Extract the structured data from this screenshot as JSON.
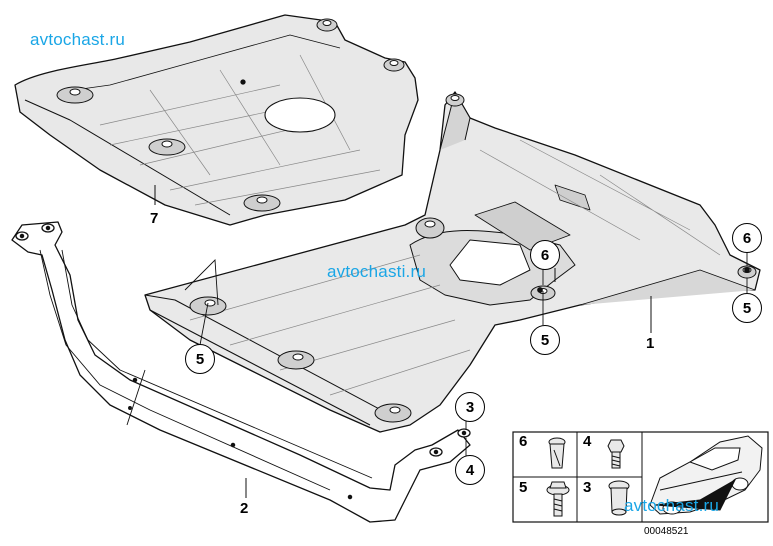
{
  "watermark": {
    "text_top_left": "avtochast.ru",
    "text_center": "avtochasti.ru",
    "text_bottom_right": "avtochast.ru",
    "color": "#1aa6e6"
  },
  "callouts": {
    "part_7": "7",
    "part_1": "1",
    "part_2": "2",
    "part_5_left": "5",
    "part_5_mid": "5",
    "part_5_right": "5",
    "part_6_mid": "6",
    "part_6_right": "6",
    "part_3": "3",
    "part_4": "4"
  },
  "legend": {
    "num_6": "6",
    "num_4": "4",
    "num_5": "5",
    "num_3": "3"
  },
  "diagram_number": "00048521",
  "colors": {
    "shield_fill": "#e9e9e9",
    "shield_dark": "#c9c9c9",
    "line": "#111111"
  }
}
